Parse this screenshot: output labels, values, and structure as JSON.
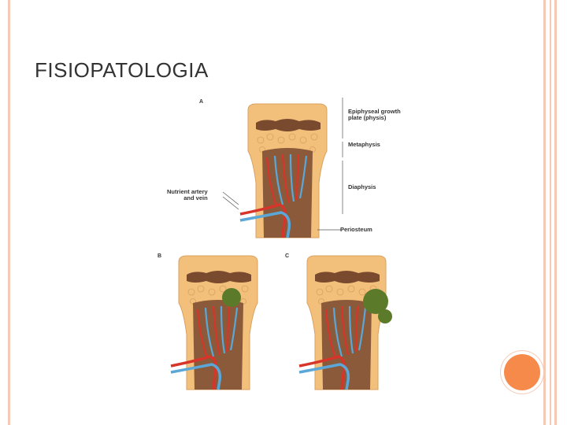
{
  "slide": {
    "title": "FISIOPATOLOGIA"
  },
  "figure": {
    "panels": [
      "A",
      "B",
      "C"
    ],
    "labels": {
      "growth_plate_line1": "Epiphyseal growth",
      "growth_plate_line2": "plate (physis)",
      "metaphysis": "Metaphysis",
      "diaphysis": "Diaphysis",
      "periosteum": "Periosteum",
      "nutrient_line1": "Nutrient artery",
      "nutrient_line2": "and vein"
    }
  },
  "colors": {
    "frame": "#f6c9b6",
    "accent_dot": "#f58a4b",
    "bone_outer": "#f2c07a",
    "marrow": "#8b5a3a",
    "growth_plate": "#7a4a2e",
    "artery": "#d8352a",
    "vein": "#5aa7d8",
    "abscess": "#5b7a2a"
  }
}
